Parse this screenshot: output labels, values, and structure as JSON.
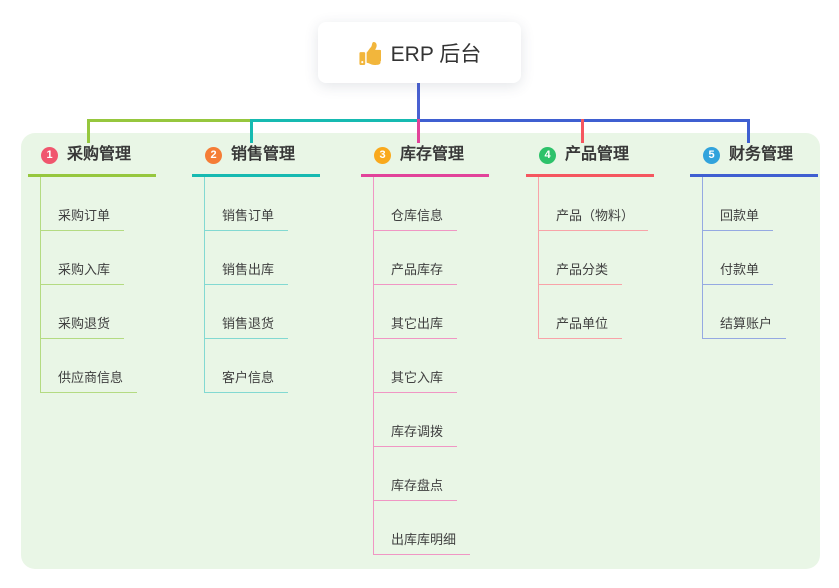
{
  "root": {
    "label": "ERP 后台",
    "icon": "thumbs-up-icon",
    "icon_color": "#f2b63c",
    "connector_color": "#4a61d2",
    "background": "#ffffff"
  },
  "panel": {
    "background": "#e9f6e6"
  },
  "branches": [
    {
      "index": "1",
      "label": "采购管理",
      "badge_color": "#f0566e",
      "line_color": "#96c73e",
      "sub_line_color": "#b4db82",
      "children": [
        "采购订单",
        "采购入库",
        "采购退货",
        "供应商信息"
      ]
    },
    {
      "index": "2",
      "label": "销售管理",
      "badge_color": "#f57d36",
      "line_color": "#16bab1",
      "sub_line_color": "#82d9d2",
      "children": [
        "销售订单",
        "销售出库",
        "销售退货",
        "客户信息"
      ]
    },
    {
      "index": "3",
      "label": "库存管理",
      "badge_color": "#f9a91d",
      "line_color": "#e2439a",
      "sub_line_color": "#f096c4",
      "children": [
        "仓库信息",
        "产品库存",
        "其它出库",
        "其它入库",
        "库存调拨",
        "库存盘点",
        "出库库明细"
      ]
    },
    {
      "index": "4",
      "label": "产品管理",
      "badge_color": "#2dc26a",
      "line_color": "#f5565f",
      "sub_line_color": "#f8a3a8",
      "children": [
        "产品（物料）",
        "产品分类",
        "产品单位"
      ]
    },
    {
      "index": "5",
      "label": "财务管理",
      "badge_color": "#31a3dc",
      "line_color": "#3f5fd1",
      "sub_line_color": "#95a9e2",
      "children": [
        "回款单",
        "付款单",
        "结算账户"
      ]
    }
  ]
}
